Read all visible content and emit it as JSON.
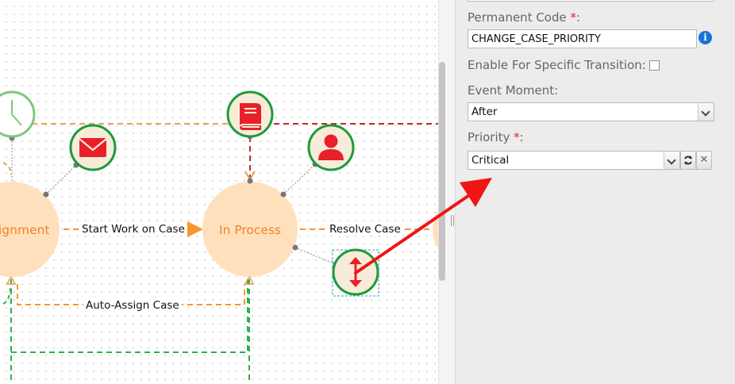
{
  "canvas": {
    "nodes": {
      "assignment": "ignment",
      "in_process": "In Process"
    },
    "transitions": {
      "start_work": "Start Work on Case",
      "resolve": "Resolve Case",
      "auto_assign": "Auto-Assign Case"
    },
    "icons": {
      "timer": "clock-icon",
      "notification": "envelope-icon",
      "book": "book-icon",
      "assignee": "user-icon",
      "priority_change": "vertical-arrows-icon"
    }
  },
  "panel": {
    "permanent_code": {
      "label": "Permanent Code",
      "required_mark": "*",
      "colon": ":",
      "value": "CHANGE_CASE_PRIORITY"
    },
    "specific_transition": {
      "label": "Enable For Specific Transition:",
      "checked": false
    },
    "event_moment": {
      "label": "Event Moment:",
      "value": "After"
    },
    "priority": {
      "label": "Priority",
      "required_mark": "*",
      "colon": ":",
      "value": "Critical"
    }
  },
  "colors": {
    "node_fill": "#fee1bc",
    "node_text": "#f3822a",
    "transition": "#f7962f",
    "loop_green": "#2daf4c",
    "timer_link": "#e8a14e",
    "book_link": "#c3282c",
    "icon_ring": "#1e9a3b",
    "icon_red": "#e8202a",
    "annotation_arrow": "#f01414"
  }
}
